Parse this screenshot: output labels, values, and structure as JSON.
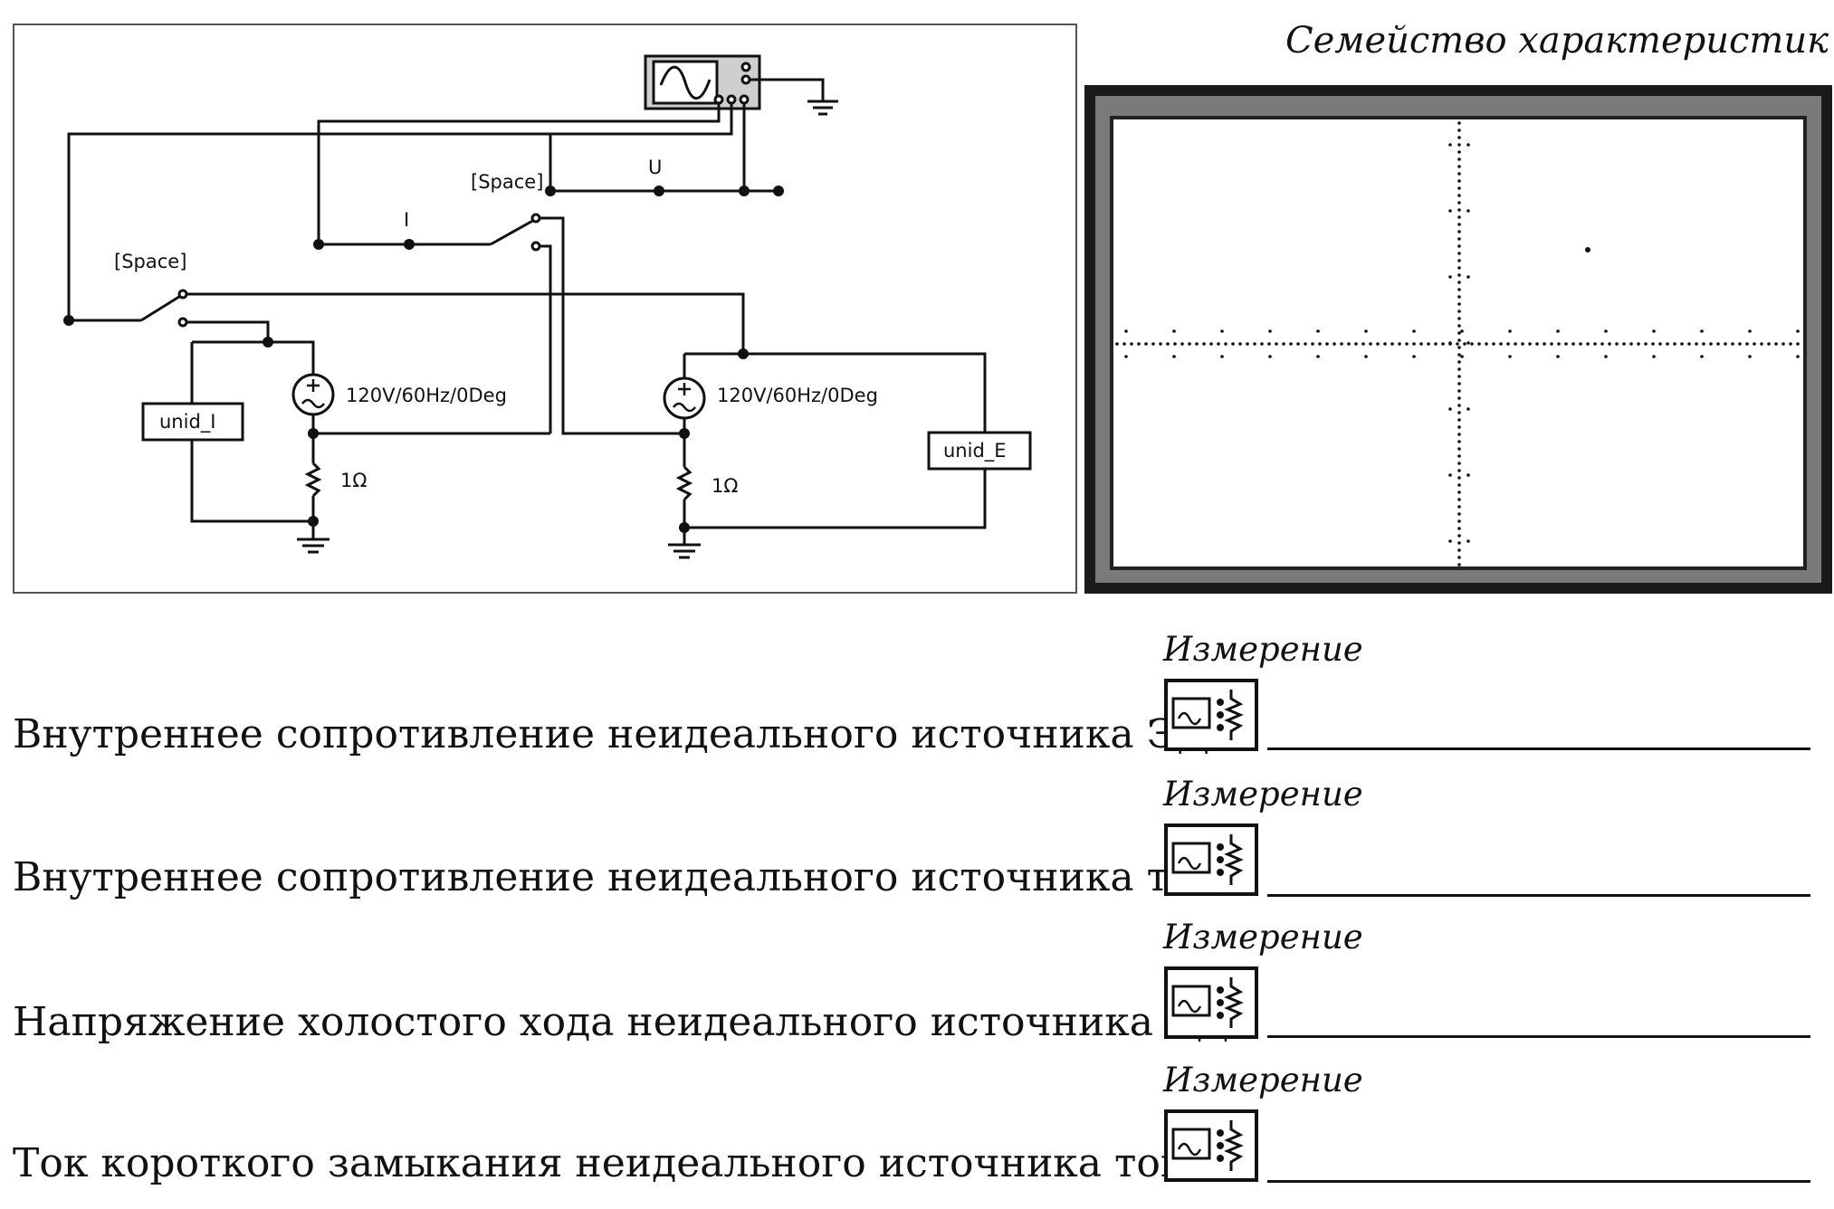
{
  "circuit": {
    "switch1_key": "[Space]",
    "switch2_key": "[Space]",
    "label_u": "U",
    "label_i": "I",
    "source1_label": "120V/60Hz/0Deg",
    "source2_label": "120V/60Hz/0Deg",
    "resistor1_label": "1Ω",
    "resistor2_label": "1Ω",
    "box1_label": "unid_I",
    "box2_label": "unid_E"
  },
  "scope": {
    "title": "Семейство характеристик"
  },
  "measurements": [
    {
      "description": "Внутреннее сопротивление неидеального источника ЭДС",
      "label": "Измерение"
    },
    {
      "description": "Внутреннее сопротивление неидеального источника тока",
      "label": "Измерение"
    },
    {
      "description": "Напряжение холостого хода неидеального источника ЭДС",
      "label": "Измерение"
    },
    {
      "description": "Ток короткого замыкания неидеального источника тока",
      "label": "Измерение"
    }
  ]
}
